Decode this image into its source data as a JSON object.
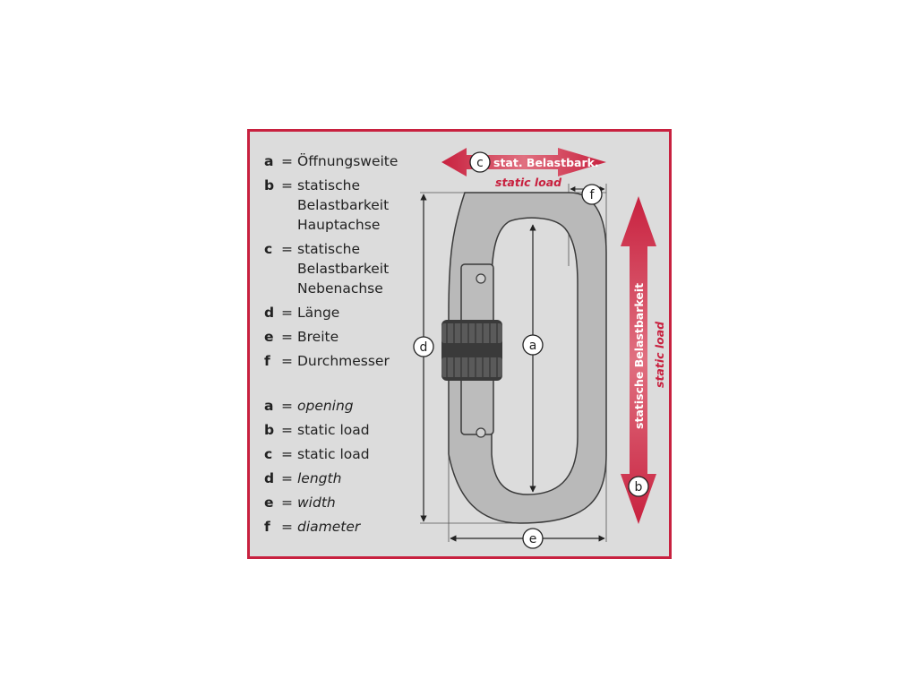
{
  "legend_de": [
    {
      "key": "a",
      "text": "Öffnungsweite"
    },
    {
      "key": "b",
      "text": "statische\nBelastbarkeit\nHauptachse"
    },
    {
      "key": "c",
      "text": "statische\nBelastbarkeit\nNebenachse"
    },
    {
      "key": "d",
      "text": "Länge"
    },
    {
      "key": "e",
      "text": "Breite"
    },
    {
      "key": "f",
      "text": "Durchmesser"
    }
  ],
  "legend_en": [
    {
      "key": "a",
      "text": "opening"
    },
    {
      "key": "b",
      "text": "static load"
    },
    {
      "key": "c",
      "text": "static load"
    },
    {
      "key": "d",
      "text": "length"
    },
    {
      "key": "e",
      "text": "width"
    },
    {
      "key": "f",
      "text": "diameter"
    }
  ],
  "equals": "=",
  "arrows": {
    "minor_de": "stat. Belastbark.",
    "minor_en": "static load",
    "major_de": "statische Belastbarkeit",
    "major_en": "static load"
  },
  "markers": {
    "a": "a",
    "b": "b",
    "c": "c",
    "d": "d",
    "e": "e",
    "f": "f"
  },
  "colors": {
    "accent": "#c8213f",
    "panel": "#dcdcdc",
    "metal": "#b9b9b9",
    "dark": "#3a3a3a"
  }
}
